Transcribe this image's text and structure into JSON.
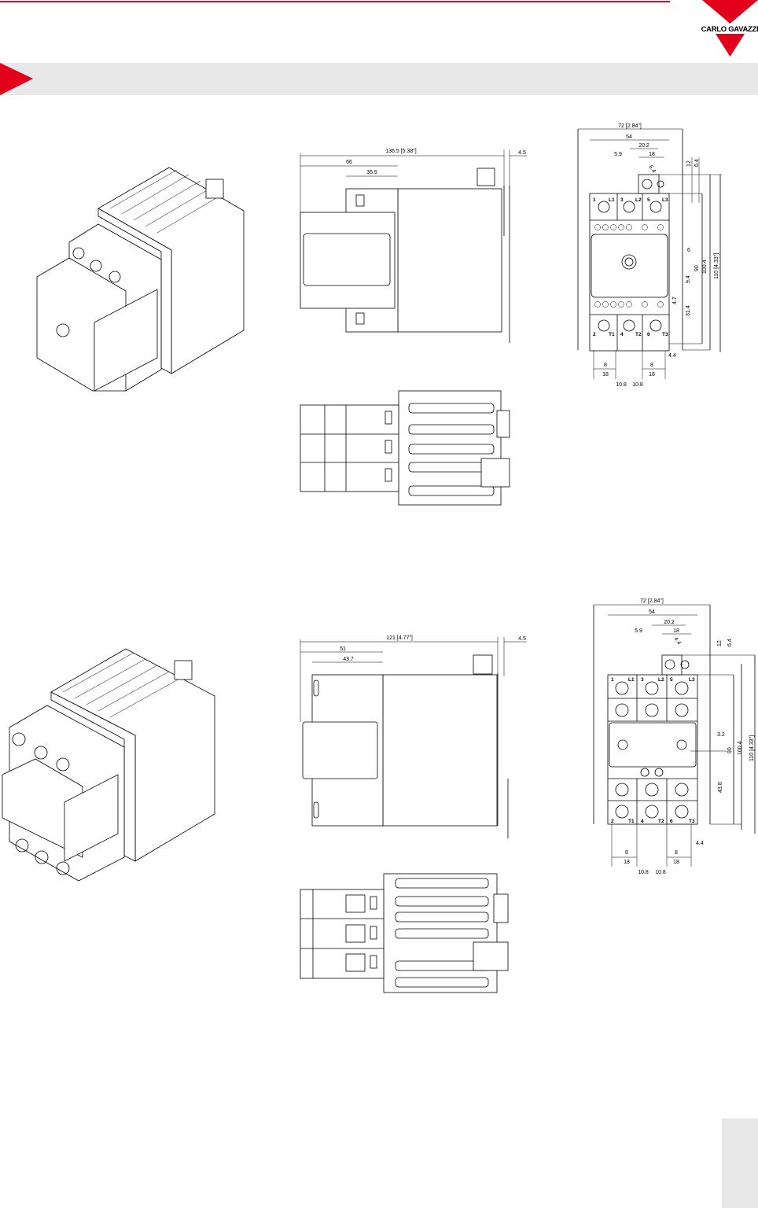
{
  "brand": {
    "name": "CARLO GAVAZZI",
    "accent": "#e2001a"
  },
  "drawing1": {
    "side": {
      "overall": "136.5  [5.38\"]",
      "d66": "66",
      "d35": "35.5",
      "d45": "4.5"
    },
    "front": {
      "overall": "72  [2.84\"]",
      "d54": "54",
      "d202": "20.2",
      "d18": "18",
      "d59": "5.9",
      "diag": "6.4",
      "d12": "12",
      "d64": "6.4",
      "d6": "6",
      "d90": "90",
      "d1004": "100.4",
      "d110": "110  [4.33\"]",
      "d94": "9.4",
      "d47": "4.7",
      "d314": "31.4",
      "d44": "4.4",
      "b8a": "8",
      "b18a": "18",
      "b8b": "8",
      "b18b": "18",
      "b108a": "10.8",
      "b108b": "10.8",
      "terminals": [
        "1",
        "L1",
        "3",
        "L2",
        "5",
        "L3",
        "2",
        "T1",
        "4",
        "T2",
        "6",
        "T3"
      ]
    }
  },
  "drawing2": {
    "side": {
      "overall": "121  [4.77\"]",
      "d51": "51",
      "d437": "43.7",
      "d45": "4.5"
    },
    "front": {
      "overall": "72  [2.84\"]",
      "d54": "54",
      "d202": "20.2",
      "d18": "18",
      "d59": "5.9",
      "diag": "4.4",
      "d12": "12",
      "d64": "6.4",
      "d32": "3.2",
      "d90": "90",
      "d1004": "100.4",
      "d110": "110  [4.33\"]",
      "d438": "43.8",
      "d44": "4.4",
      "b8a": "8",
      "b18a": "18",
      "b8b": "8",
      "b18b": "18",
      "b108a": "10.8",
      "b108b": "10.8",
      "terminals": [
        "1",
        "L1",
        "3",
        "L2",
        "5",
        "L3",
        "2",
        "T1",
        "4",
        "T2",
        "6",
        "T3"
      ]
    }
  }
}
